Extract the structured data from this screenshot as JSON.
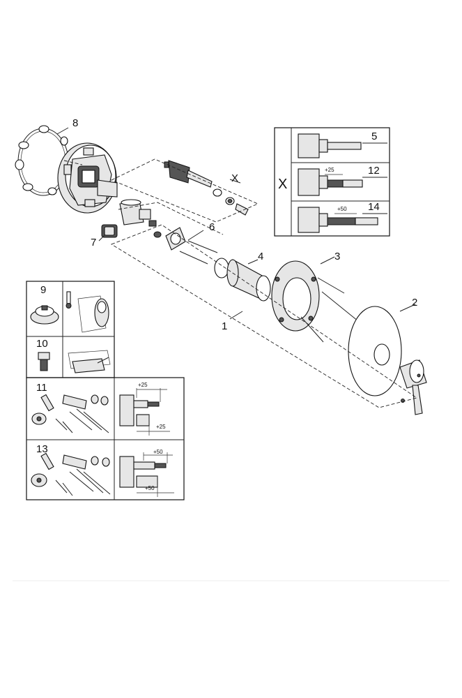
{
  "callouts": {
    "c1": "1",
    "c2": "2",
    "c3": "3",
    "c4": "4",
    "c5": "5",
    "c6": "6",
    "c7": "7",
    "c8": "8",
    "c9": "9",
    "c10": "10",
    "c11": "11",
    "c12": "12",
    "c13": "13",
    "c14": "14",
    "x_main": "X",
    "x_box": "X"
  },
  "dimensions": {
    "d12": "+25",
    "d14": "+50",
    "d11_top": "+25",
    "d11_bottom": "+25",
    "d13_top": "+50",
    "d13_bottom": "+50"
  }
}
